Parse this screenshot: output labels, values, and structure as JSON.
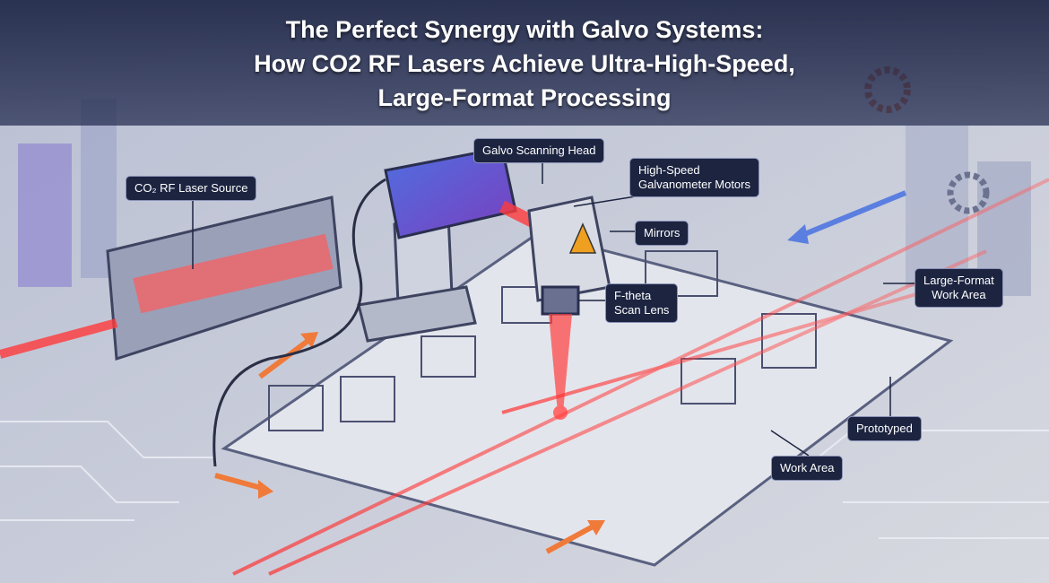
{
  "title": {
    "line1": "The Perfect Synergy with Galvo Systems:",
    "line2": "How CO2 RF Lasers Achieve Ultra-High-Speed,",
    "line3": "Large-Format Processing"
  },
  "labels": {
    "laser_source": "CO₂ RF Laser Source",
    "galvo_head": "Galvo Scanning Head",
    "motors_line1": "High-Speed",
    "motors_line2": "Galvanometer Motors",
    "mirrors": "Mirrors",
    "lens_line1": "F-theta",
    "lens_line2": "Scan Lens",
    "large_format_line1": "Large-Format",
    "large_format_line2": "Work Area",
    "prototyped": "Prototyped",
    "work_area": "Work Area"
  },
  "colors": {
    "laser": "#ff3b3b",
    "label_bg": "#1c2440",
    "arrow_orange": "#f07a3a",
    "arrow_blue": "#5b7fe0"
  }
}
